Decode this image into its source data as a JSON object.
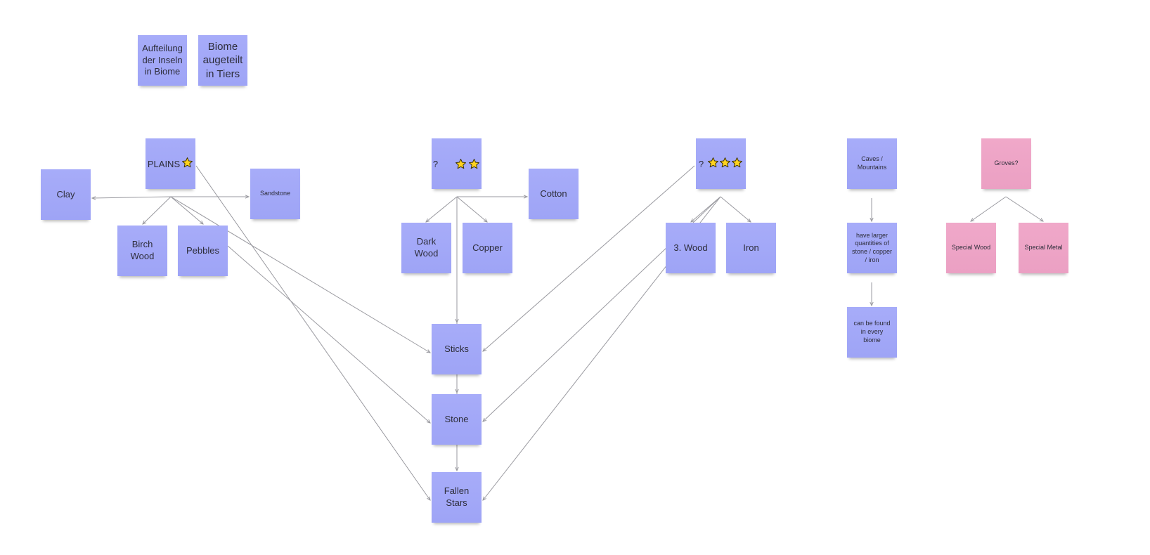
{
  "colors": {
    "blue_note": "#a3a8f8",
    "pink_note": "#eea4c6",
    "connector": "#9a9aa0",
    "star_fill": "#ffd21f",
    "star_stroke": "#3a3000"
  },
  "icons": {
    "rating": "star-icon"
  },
  "notes": {
    "aufteilung": "Aufteilung der Inseln in Biome",
    "biome_tiers": "Biome augeteilt in Tiers",
    "plains": "PLAINS",
    "tier2": "?",
    "tier3": "?",
    "caves": "Caves / Mountains",
    "groves": "Groves?",
    "clay": "Clay",
    "sandstone": "Sandstone",
    "birch_wood": "Birch Wood",
    "pebbles": "Pebbles",
    "dark_wood": "Dark Wood",
    "copper": "Copper",
    "cotton": "Cotton",
    "third_wood": "3. Wood",
    "iron": "Iron",
    "larger_quantities": "have larger quantities of stone / copper / iron",
    "every_biome": "can be found in every biome",
    "special_wood": "Special Wood",
    "special_metal": "Special Metal",
    "sticks": "Sticks",
    "stone": "Stone",
    "fallen_stars": "Fallen Stars"
  },
  "tiers": {
    "plains_stars": 1,
    "tier2_stars": 2,
    "tier3_stars": 3
  }
}
